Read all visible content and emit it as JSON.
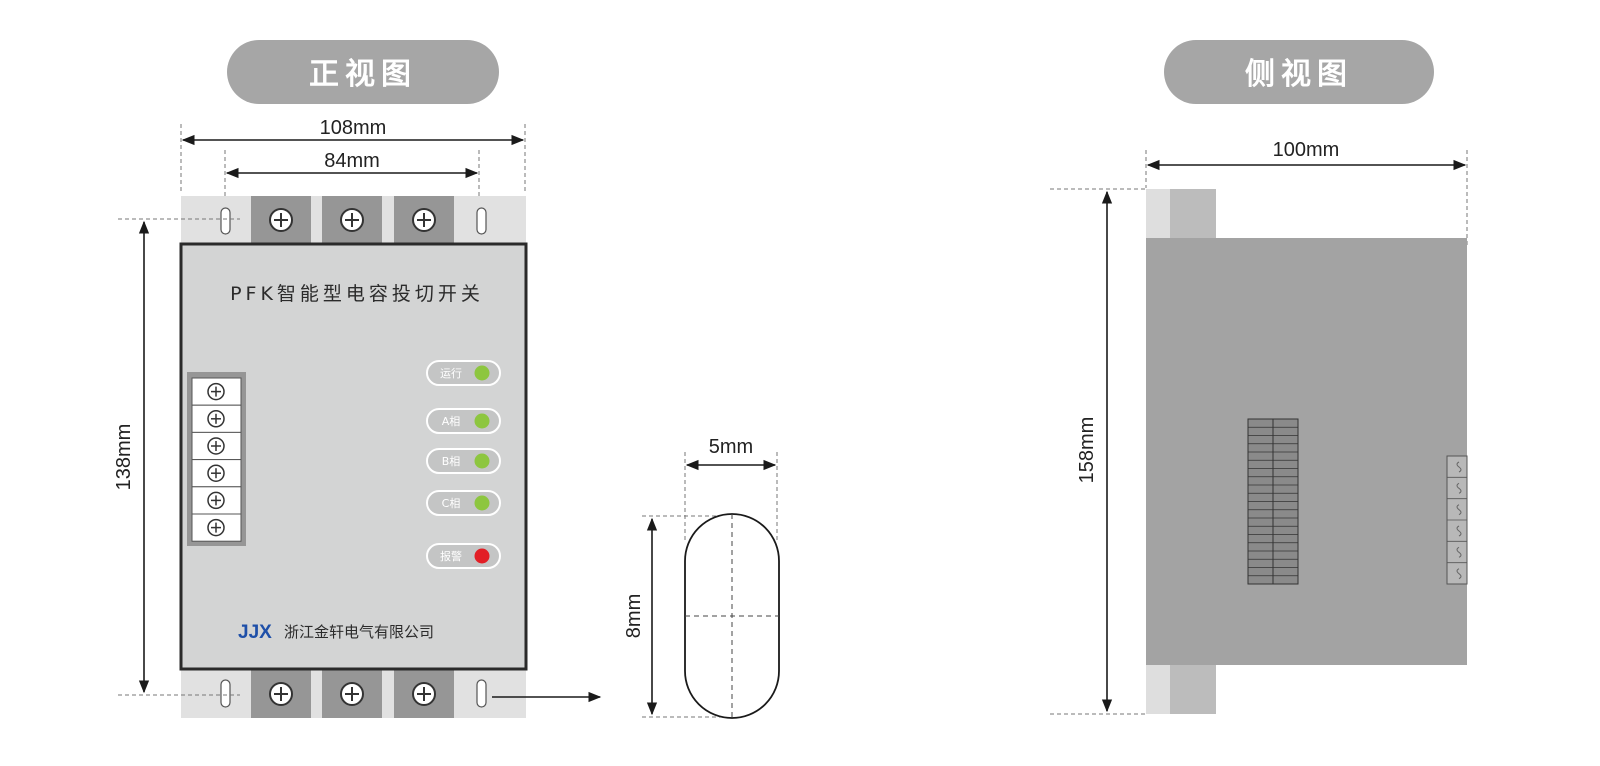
{
  "views": {
    "front_title": "正视图",
    "side_title": "侧视图"
  },
  "dimensions": {
    "front_width": "108mm",
    "front_hole_spacing": "84mm",
    "front_height": "138mm",
    "slot_width": "5mm",
    "slot_height": "8mm",
    "side_depth": "100mm",
    "side_height": "158mm"
  },
  "panel": {
    "title": "PFK智能型电容投切开关",
    "indicators": [
      {
        "label": "运行",
        "color": "#8dc63f"
      },
      {
        "label": "A相",
        "color": "#8dc63f"
      },
      {
        "label": "B相",
        "color": "#8dc63f"
      },
      {
        "label": "C相",
        "color": "#8dc63f"
      },
      {
        "label": "报警",
        "color": "#e21e25"
      }
    ],
    "logo": "JJX",
    "company": "浙江金轩电气有限公司"
  },
  "colors": {
    "pill": "#a6a6a6",
    "panel": "#d3d4d4",
    "body_side": "#a3a3a3",
    "terminal_block": "#969696",
    "mount_plate": "#e1e1e1"
  }
}
